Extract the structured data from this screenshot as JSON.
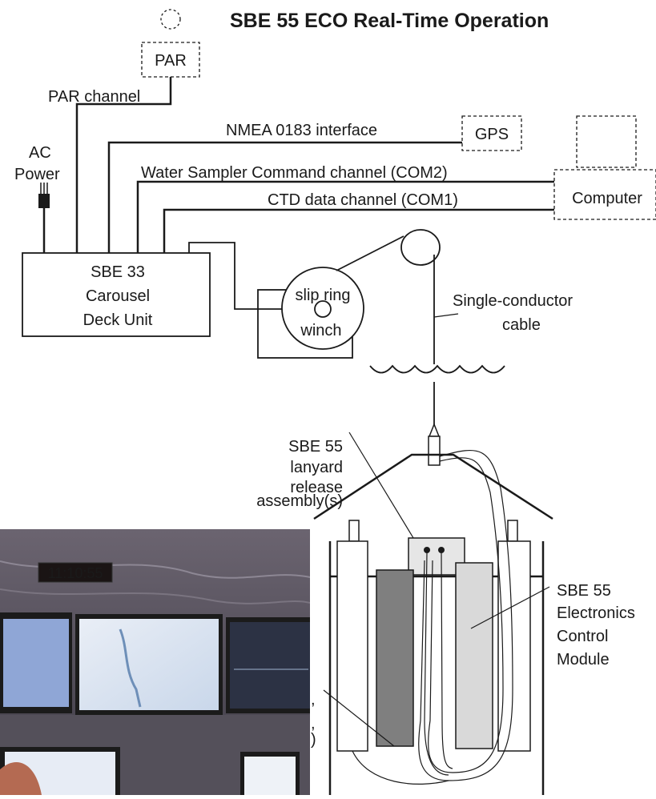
{
  "title": "SBE 55 ECO Real-Time Operation",
  "par": "PAR",
  "par_channel": "PAR channel",
  "ac_power_line1": "AC",
  "ac_power_line2": "Power",
  "nmea": "NMEA 0183 interface",
  "gps": "GPS",
  "water_sampler": "Water Sampler Command channel (COM2)",
  "ctd_channel": "CTD data channel (COM1)",
  "computer": "Computer",
  "deck_unit": [
    "SBE 33",
    "Carousel",
    "Deck Unit"
  ],
  "slip_ring": "slip ring",
  "winch": "winch",
  "cable": [
    "Single-conductor",
    "cable"
  ],
  "lanyard": [
    "SBE 55",
    "lanyard",
    "release",
    "assembly(s)"
  ],
  "ecm": [
    "SBE 55",
    "Electronics",
    "Control",
    "Module"
  ],
  "clock": "11:10:55",
  "partial_marks": [
    ",",
    ",",
    ")"
  ],
  "colors": {
    "line": "#1a1a1a",
    "bottle_dark": "#7f7f7f",
    "bottle_light": "#d9d9d9",
    "clock_text": "#ff2a2a"
  }
}
